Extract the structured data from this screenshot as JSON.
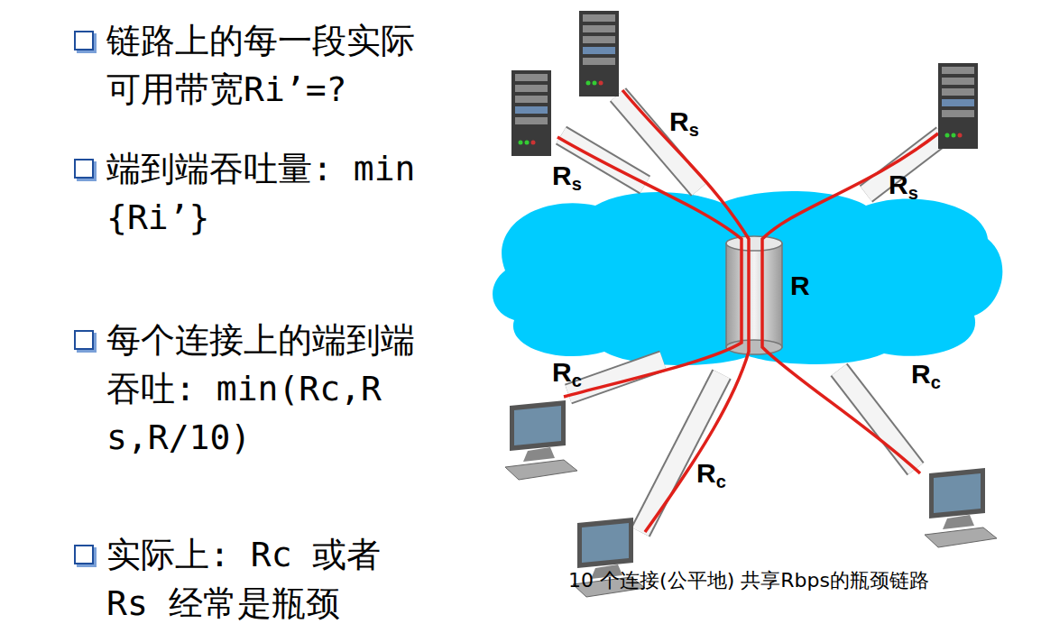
{
  "diagram": {
    "caption": "10 个连接(公平地) 共享Rbps的瓶颈链路",
    "labels": [
      "链路上的每一段实际可用带宽Ri’=?",
      "端到端吞吐量: min{Ri’}",
      "每个连接上的端到端吞吐: min(Rc,Rs,R/10)",
      "实际上: Rc 或者 Rs 经常是瓶颈",
      "Rs",
      "Rs",
      "Rs",
      "R",
      "Rc",
      "Rc",
      "Rc"
    ]
  }
}
